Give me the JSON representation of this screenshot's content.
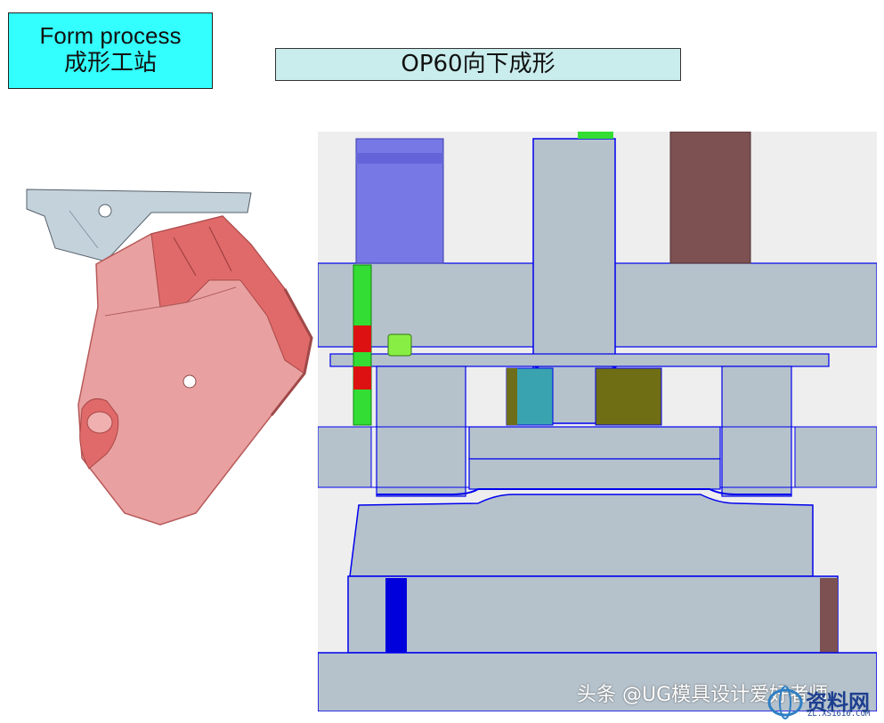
{
  "header": {
    "title_en": "Form process",
    "title_zh": "成形工站",
    "operation": "OP60向下成形"
  },
  "watermark": {
    "text": "头条 @UG模具设计爱好者师",
    "site_name": "资料网",
    "site_url": "ZL.XS1616.COM"
  },
  "colors": {
    "title_bg": "#33ffff",
    "op_bg": "#c9ecec",
    "plate_fill": "#b5c2cc",
    "outline": "#0000ee",
    "part_fill": "#e89898",
    "part_dark": "#e06a6a",
    "blank_fill": "#c4d2dc",
    "driver": "#7777e6",
    "spring_green": "#33dd33",
    "spring_red": "#dd1111",
    "insert_cyan": "#3aa3b0",
    "insert_olive": "#6f6e14",
    "guide_brown": "#7d5151",
    "pin_blue": "#0000dd"
  }
}
